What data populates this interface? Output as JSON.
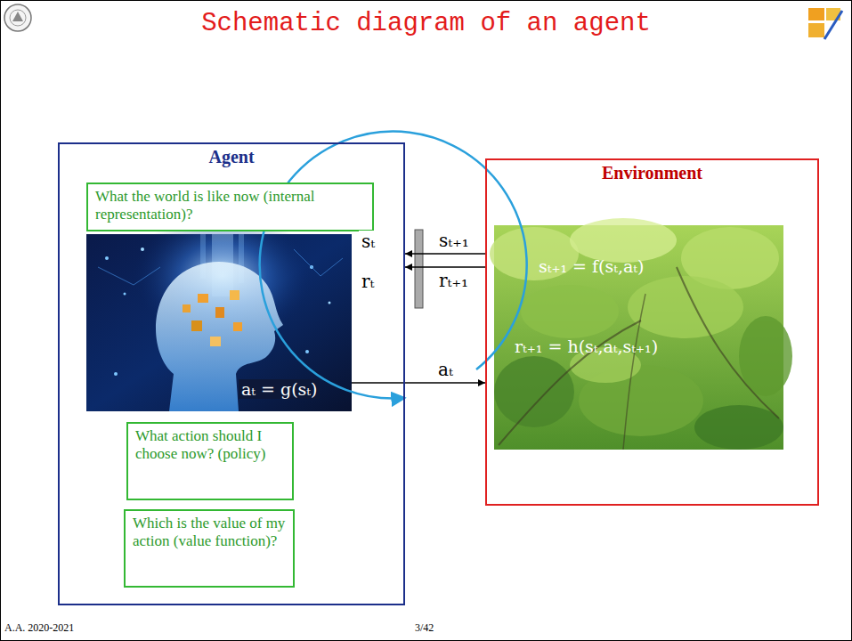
{
  "diagram": {
    "title": "Schematic diagram of an agent",
    "nodes": [
      {
        "text": [
          "Agent"
        ]
      },
      {
        "text": [
          "What the world is like now (internal representation)?"
        ],
        "in": 0
      },
      {
        "text": [
          "What action should I choose now? (policy)"
        ],
        "in": 0
      },
      {
        "text": [
          "Which is the value of my action (value function)?"
        ],
        "in": 0
      },
      {
        "text": [
          "Environment"
        ]
      }
    ],
    "edges": [
      {
        "from": 4,
        "to": 0,
        "label": "sₜ₊₁",
        "arrow": "to"
      },
      {
        "from": 4,
        "to": 0,
        "label": "rₜ₊₁",
        "arrow": "to"
      },
      {
        "from": 0,
        "to": 4,
        "label": "aₜ",
        "arrow": "to"
      }
    ],
    "labels": [
      "sₜ",
      "rₜ",
      "aₜ = g(sₜ)",
      "sₜ₊₁ = f(sₜ,aₜ)",
      "rₜ₊₁ = h(sₜ,aₜ,sₜ₊₁)",
      "A.A. 2020-2021",
      "3/42"
    ]
  }
}
